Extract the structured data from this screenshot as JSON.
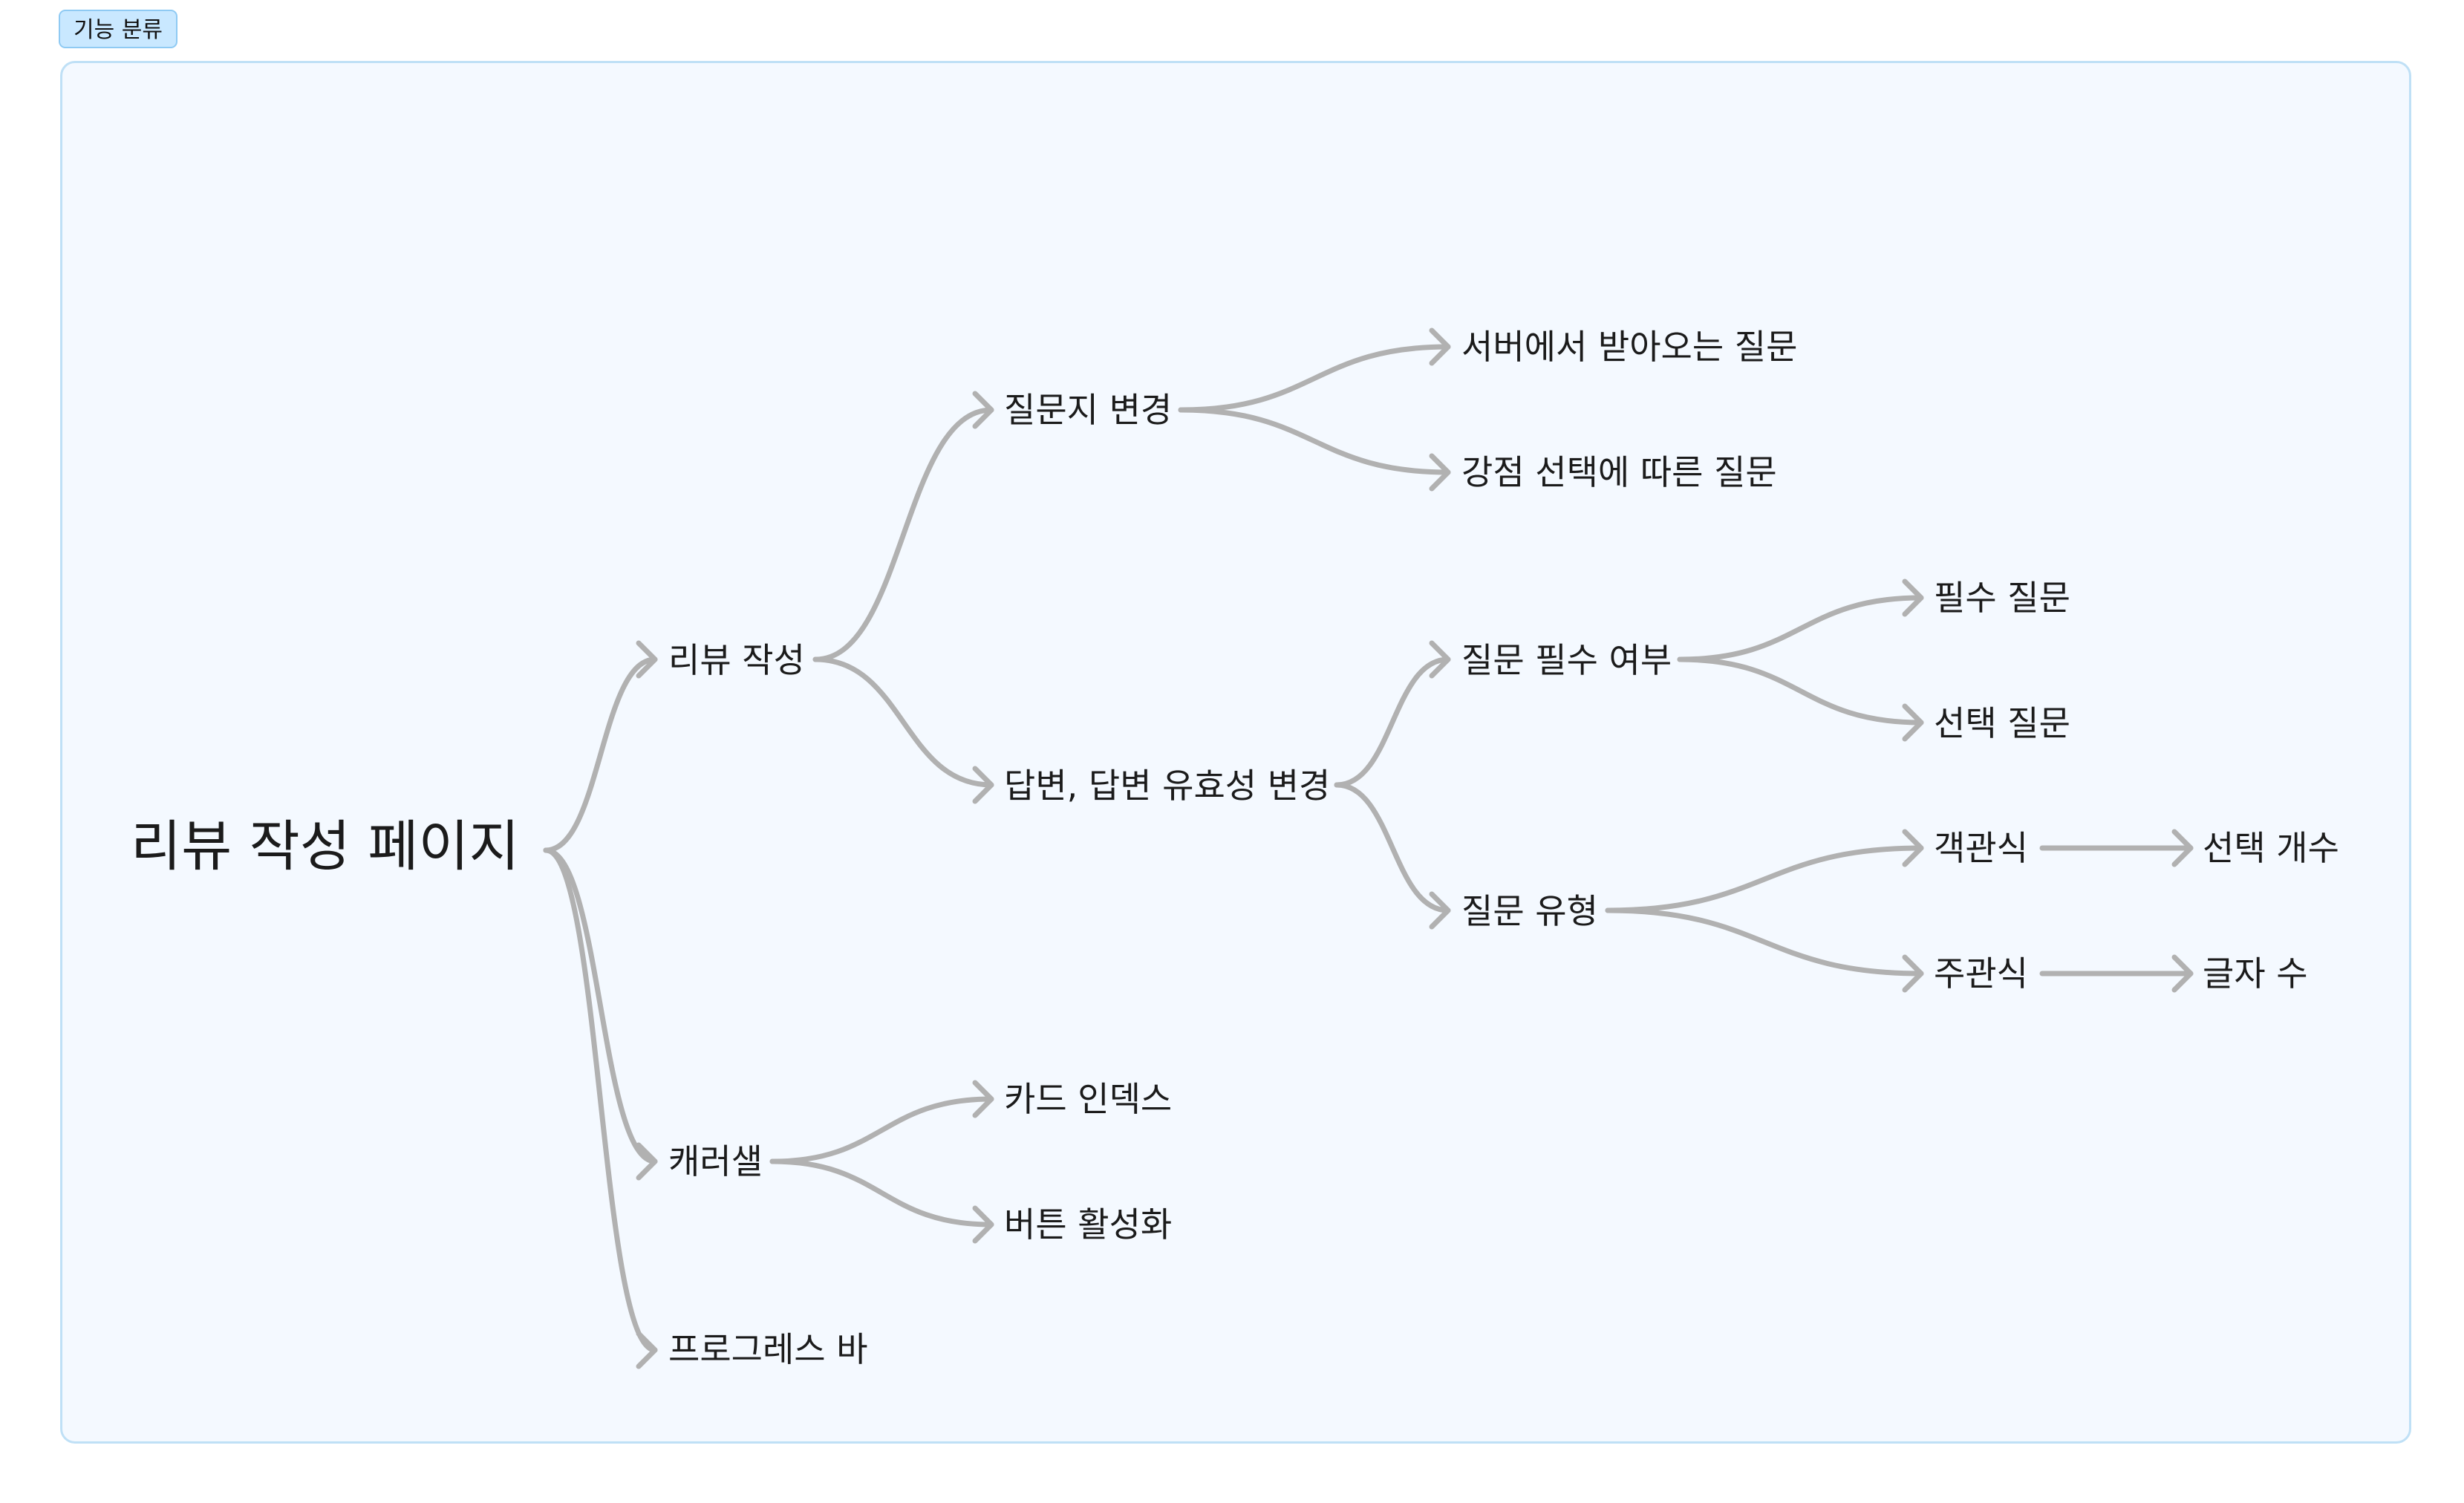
{
  "badge": {
    "label": "기능 분류"
  },
  "mindmap": {
    "root": "리뷰 작성 페이지",
    "nodes": {
      "review_write": "리뷰 작성",
      "change_questionnaire": "질문지 변경",
      "questions_from_server": "서버에서 받아오는 질문",
      "questions_by_strength": "강점 선택에 따른 질문",
      "change_answer_validity": "답변, 답변 유효성 변경",
      "question_required": "질문 필수 여부",
      "required_question": "필수 질문",
      "optional_question": "선택 질문",
      "question_type": "질문 유형",
      "objective": "객관식",
      "select_count": "선택 개수",
      "subjective": "주관식",
      "char_count": "글자 수",
      "carousel": "캐러샐",
      "card_index": "카드 인덱스",
      "button_activation": "버튼 활성화",
      "progress_bar": "프로그레스 바"
    }
  }
}
